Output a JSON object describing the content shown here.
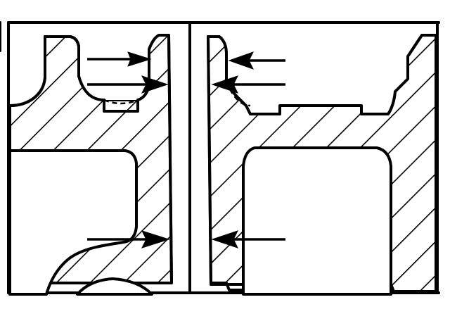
{
  "figure": {
    "description_text": "",
    "colors": {
      "ink": "#000000",
      "paper": "#ffffff"
    },
    "panels": [
      {
        "name": "left-section",
        "arrows": 3
      },
      {
        "name": "right-section",
        "arrows": 3
      }
    ]
  }
}
